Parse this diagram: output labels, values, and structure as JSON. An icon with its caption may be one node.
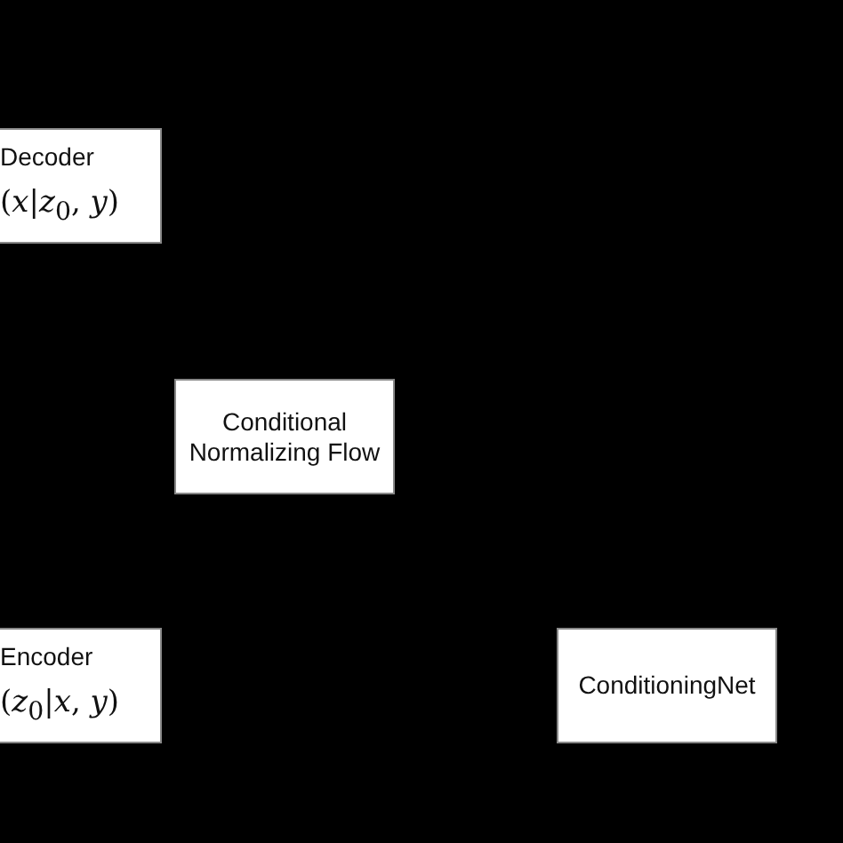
{
  "diagram": {
    "nodes": [
      {
        "text": [
          "Decoder",
          "(*x*|*z*$_{0}$, *y*)"
        ]
      },
      {
        "text": [
          "Conditional Normalizing Flow"
        ]
      },
      {
        "text": [
          "Encoder",
          "(*z*$_{0}$|*x*, *y*)"
        ]
      },
      {
        "text": [
          "ConditioningNet"
        ]
      }
    ]
  }
}
